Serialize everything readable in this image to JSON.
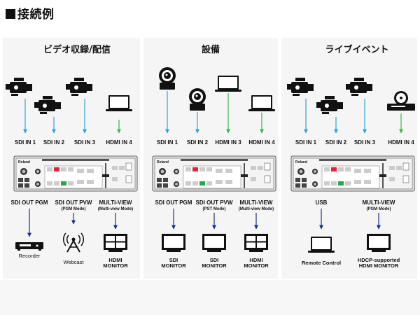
{
  "page_title": "接続例",
  "columns": [
    {
      "title": "ビデオ収録/配信",
      "inputs": [
        "SDI IN 1",
        "SDI IN 2",
        "SDI IN 3",
        "HDMI IN 4"
      ],
      "outputs": [
        {
          "label": "SDI OUT PGM",
          "mode": ""
        },
        {
          "label": "SDI OUT PVW",
          "mode": "(PGM Mode)"
        },
        {
          "label": "MULTI-VIEW",
          "mode": "(Multi-view Mode)"
        }
      ],
      "devices": [
        "Recorder",
        "Webcast",
        "HDMI\nMONITOR"
      ]
    },
    {
      "title": "設備",
      "inputs": [
        "SDI IN 1",
        "SDI IN 2",
        "HDMI IN 3",
        "HDMI IN 4"
      ],
      "outputs": [
        {
          "label": "SDI OUT PGM",
          "mode": ""
        },
        {
          "label": "SDI OUT PVW",
          "mode": "(PST Mode)"
        },
        {
          "label": "MULTI-VIEW",
          "mode": "(Multi-view Mode)"
        }
      ],
      "devices": [
        "SDI\nMONITOR",
        "SDI\nMONITOR",
        "HDMI\nMONITOR"
      ]
    },
    {
      "title": "ライブイベント",
      "inputs": [
        "SDI IN 1",
        "SDI IN 2",
        "SDI IN 3",
        "HDMI IN 4"
      ],
      "outputs": [
        {
          "label": "USB",
          "mode": ""
        },
        {
          "label": "MULTI-VIEW",
          "mode": "(PGM Mode)"
        }
      ],
      "devices": [
        "Remote Control",
        "HDCP-supported\nHDMI MONITOR"
      ]
    }
  ],
  "switcher_brand": "Roland",
  "colors": {
    "sdi_line": "#29a3d9",
    "hdmi_line": "#3cb44b",
    "output_line": "#1a2f8a",
    "device": "#111111",
    "switcher_body": "#e8e8e8",
    "btn_red": "#e2233b",
    "btn_green": "#25a84a"
  }
}
